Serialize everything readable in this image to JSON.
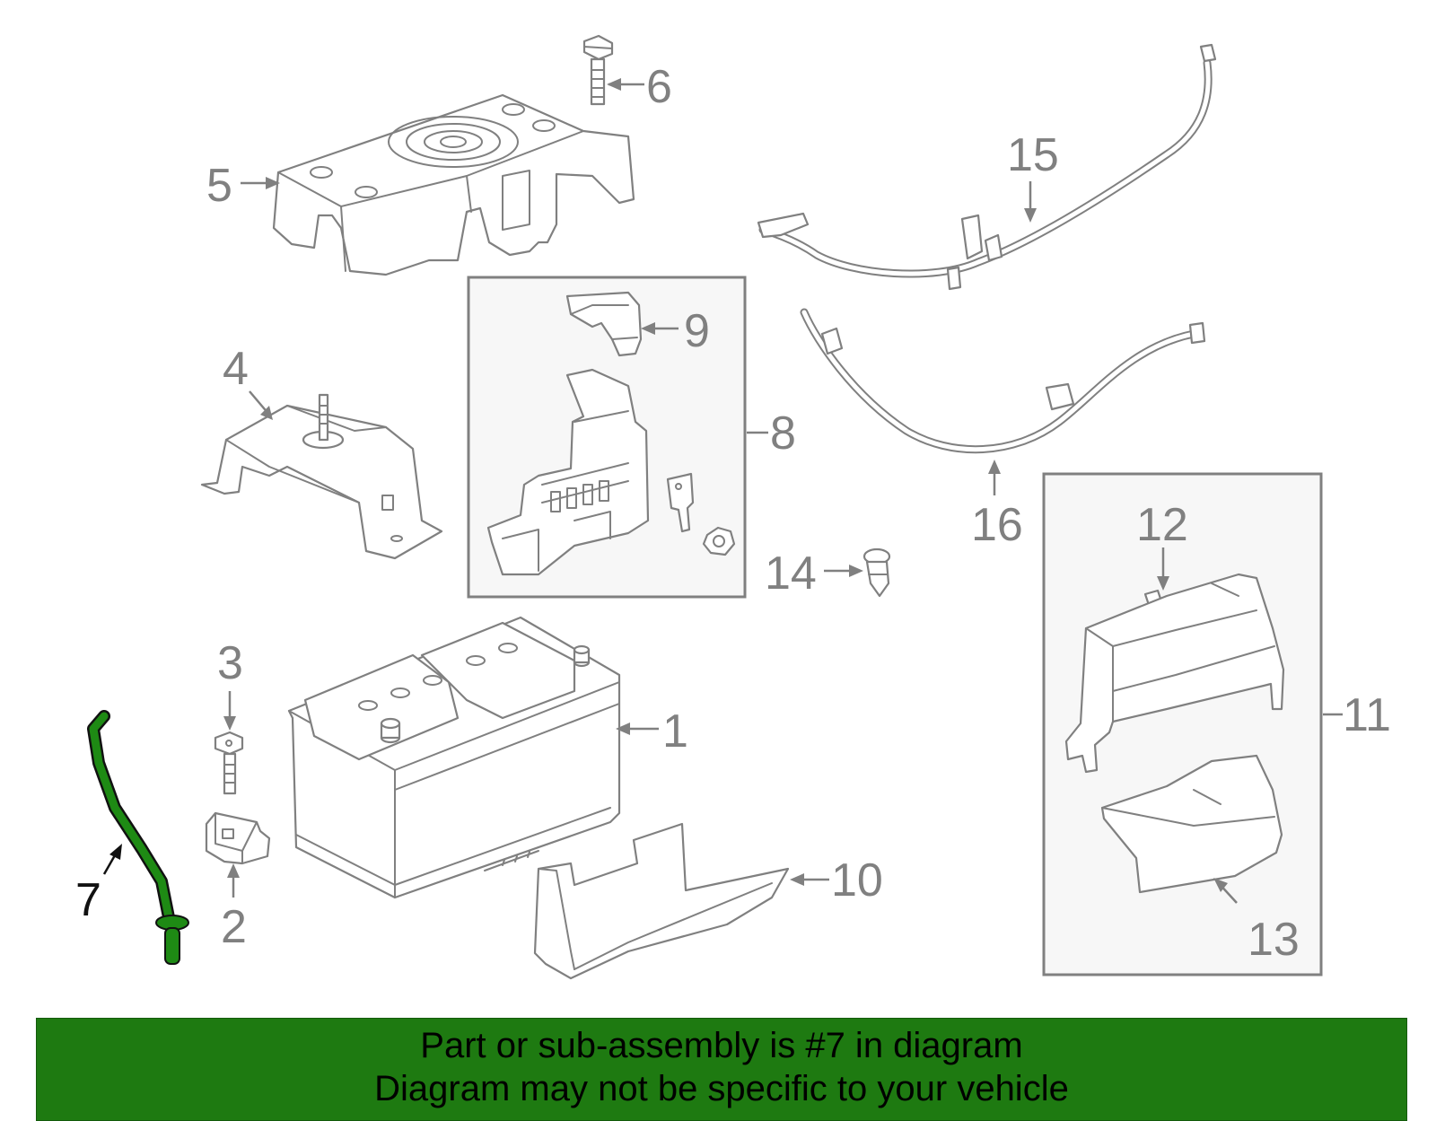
{
  "banner": {
    "line1": "Part or sub-assembly is #7 in diagram",
    "line2": "Diagram may not be specific to your vehicle",
    "background": "#1e7a11"
  },
  "highlight_color": "#1e8a14",
  "line_color": "#808080",
  "callouts": {
    "c1": "1",
    "c2": "2",
    "c3": "3",
    "c4": "4",
    "c5": "5",
    "c6": "6",
    "c7": "7",
    "c8": "8",
    "c9": "9",
    "c10": "10",
    "c11": "11",
    "c12": "12",
    "c13": "13",
    "c14": "14",
    "c15": "15",
    "c16": "16"
  }
}
